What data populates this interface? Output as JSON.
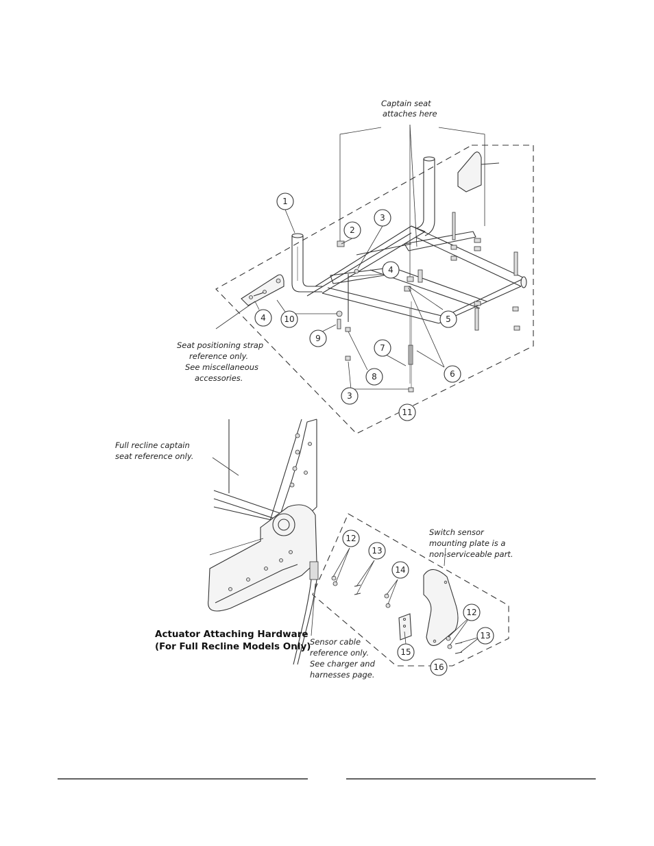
{
  "callouts": {
    "c1": "1",
    "c2": "2",
    "c3a": "3",
    "c4a": "4",
    "c4b": "4",
    "c10": "10",
    "c5": "5",
    "c9": "9",
    "c7": "7",
    "c8": "8",
    "c6": "6",
    "c3b": "3",
    "c11": "11",
    "c12a": "12",
    "c13a": "13",
    "c14": "14",
    "c15": "15",
    "c12b": "12",
    "c13b": "13",
    "c16": "16"
  },
  "notes": {
    "captain_line1": "Captain seat",
    "captain_line2": "attaches here",
    "strap_line1": "Seat positioning strap",
    "strap_line2": "reference only.",
    "strap_line3": "See miscellaneous",
    "strap_line4": "accessories.",
    "recline_line1": "Full recline captain",
    "recline_line2": "seat reference only.",
    "switch_line1": "Switch sensor",
    "switch_line2": "mounting plate is a",
    "switch_line3": "non-serviceable part.",
    "sensor_line1": "Sensor cable",
    "sensor_line2": "reference only.",
    "sensor_line3": "See charger and",
    "sensor_line4": "harnesses page."
  },
  "heading": {
    "line1": "Actuator Attaching Hardware",
    "line2": "(For Full Recline Models Only)"
  }
}
